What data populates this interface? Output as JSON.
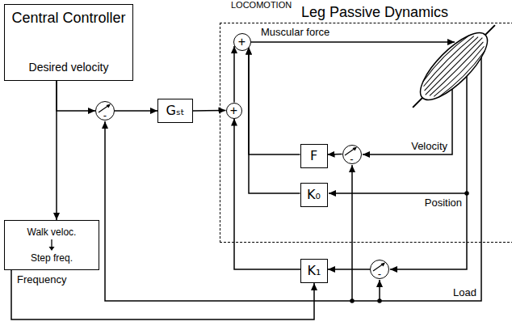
{
  "diagram": {
    "nodes": [
      {
        "text": [
          "Central Controller",
          "Desired velocity"
        ]
      },
      {
        "text": [
          "Leg Passive Dynamics"
        ]
      },
      {
        "text": [
          "+"
        ],
        "in": 1
      },
      {
        "text": [
          "-"
        ]
      },
      {
        "text": [
          "Gₛₜ"
        ]
      },
      {
        "text": [
          "+"
        ],
        "in": 1
      },
      {
        "text": [
          "F"
        ],
        "in": 1
      },
      {
        "text": [
          "-"
        ],
        "in": 1
      },
      {
        "text": [
          "K₀"
        ],
        "in": 1
      },
      {
        "text": [
          "K₁"
        ]
      },
      {
        "text": [
          "-"
        ]
      },
      {
        "text": [
          "Walk veloc.",
          "Step freq."
        ]
      }
    ],
    "edges": [
      {
        "from": 0,
        "to": 3,
        "arrow": "to"
      },
      {
        "from": 0,
        "to": 11,
        "arrow": "to"
      },
      {
        "from": 3,
        "to": 4,
        "arrow": "to"
      },
      {
        "from": 4,
        "to": 5,
        "arrow": "to"
      },
      {
        "from": 5,
        "to": 2,
        "arrow": "to"
      },
      {
        "from": 7,
        "to": 6,
        "arrow": "to"
      },
      {
        "from": 6,
        "to": 2,
        "arrow": "to"
      },
      {
        "from": 8,
        "to": 2,
        "arrow": "to"
      },
      {
        "from": 10,
        "to": 9,
        "arrow": "to"
      },
      {
        "from": 9,
        "to": 5,
        "arrow": "to"
      },
      {
        "from": 11,
        "to": 9,
        "arrow": "to"
      }
    ],
    "labels": [
      "LOCOMOTION",
      "Muscular force",
      "Velocity",
      "Position",
      "Load",
      "Frequency"
    ]
  }
}
